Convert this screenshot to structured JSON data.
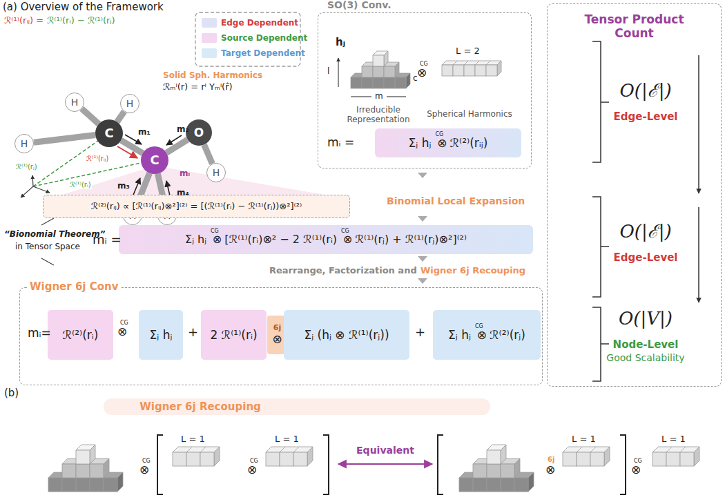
{
  "diagram": {
    "nodes": [
      {
        "text": [
          "H"
        ]
      },
      {
        "text": [
          "H"
        ]
      },
      {
        "text": [
          "H"
        ]
      },
      {
        "text": [
          "C"
        ]
      },
      {
        "text": [
          "C"
        ]
      },
      {
        "text": [
          "O"
        ]
      },
      {
        "text": [
          "H"
        ]
      },
      {
        "text": [
          "H"
        ]
      },
      {
        "text": [
          "H"
        ]
      },
      {
        "text": [
          "SO(3) Conv."
        ]
      },
      {
        "text": [
          "Σⱼ hⱼ",
          "CG",
          "⊗",
          "ℛ⁽²⁾(rᵢⱼ)"
        ],
        "in": 9
      },
      {
        "text": [
          "Tensor Product Count"
        ]
      },
      {
        "text": [
          "ℛ⁽²⁾(rᵢⱼ) ∝ [ℛ⁽¹⁾(rᵢⱼ)⊗²]⁽²⁾ = [(ℛ⁽¹⁾(rᵢ) − ℛ⁽¹⁾(rⱼ))⊗²]⁽²⁾"
        ]
      },
      {
        "text": [
          "Σⱼ hⱼ",
          "CG",
          "⊗",
          "[ℛ⁽¹⁾(rᵢ)⊗² − 2 ℛ⁽¹⁾(rᵢ)",
          "CG",
          "⊗",
          "ℛ⁽¹⁾(rⱼ) + ℛ⁽¹⁾(rⱼ)⊗²]⁽²⁾"
        ]
      },
      {
        "text": [
          "Wigner 6j Conv"
        ]
      },
      {
        "text": [
          "ℛ⁽²⁾(rᵢ)"
        ],
        "in": 14
      },
      {
        "text": [
          "Σⱼ hⱼ"
        ],
        "in": 14
      },
      {
        "text": [
          "2 ℛ⁽¹⁾(rᵢ)"
        ],
        "in": 14
      },
      {
        "text": [
          "6j",
          "⊗"
        ],
        "in": 14
      },
      {
        "text": [
          "Σⱼ (hⱼ ⊗ ℛ⁽¹⁾(rⱼ))"
        ],
        "in": 14
      },
      {
        "text": [
          "Σⱼ hⱼ",
          "CG",
          "⊗",
          "ℛ⁽²⁾(rⱼ)"
        ],
        "in": 14
      }
    ],
    "edges": [
      {
        "from": 3,
        "to": 0,
        "arrow": "none"
      },
      {
        "from": 3,
        "to": 1,
        "arrow": "none"
      },
      {
        "from": 3,
        "to": 2,
        "arrow": "none"
      },
      {
        "from": 3,
        "to": 4,
        "arrow": "none"
      },
      {
        "from": 4,
        "to": 5,
        "arrow": "none"
      },
      {
        "from": 5,
        "to": 6,
        "arrow": "none"
      },
      {
        "from": 4,
        "to": 7,
        "arrow": "none"
      },
      {
        "from": 4,
        "to": 8,
        "arrow": "none"
      }
    ],
    "labels": [
      "(a) Overview of the Framework",
      "ℛ⁽¹⁾(rᵢⱼ) =",
      "ℛ⁽¹⁾(rᵢ) − ℛ⁽¹⁾(rⱼ)",
      "Solid Sph. Harmonics",
      "ℛₘˡ(r) = rˡ Yₘˡ(r̂)",
      "ℛ⁽¹⁾(rᵢⱼ)",
      "ℛ⁽¹⁾(rⱼ)",
      "ℛ⁽¹⁾(rᵢ)",
      "m₁",
      "m₂",
      "mᵢ",
      "m₃",
      "m₄",
      "hⱼ",
      "l",
      "m",
      "c",
      "CG",
      "⊗",
      "L = 2",
      "Irreducible Representation",
      "Spherical Harmonics",
      "mᵢ =",
      "O(|ℰ|)",
      "Edge-Level",
      "O(|ℰ|)",
      "Edge-Level",
      "O(|V|)",
      "Node-Level",
      "Good Scalability",
      "Binomial Local Expansion",
      "“Bionomial Theorem”",
      "in Tensor Space",
      "mᵢ =",
      "Rearrange, Factorization and",
      "Wigner 6j Recouping",
      "mᵢ=",
      "CG",
      "⊗",
      "+",
      "+",
      "(b)",
      "Wigner 6j Recouping",
      "CG",
      "⊗",
      "L = 1",
      "CG",
      "⊗",
      "L = 1",
      "Equivalent",
      "6j",
      "⊗",
      "L = 1",
      "CG",
      "⊗",
      "L = 1"
    ],
    "legend": [
      {
        "text": "Edge Dependent",
        "color": "#dfe2f5"
      },
      {
        "text": "Source Dependent",
        "color": "#f3d6f0"
      },
      {
        "text": "Target Dependent",
        "color": "#d9eaf7"
      }
    ]
  }
}
